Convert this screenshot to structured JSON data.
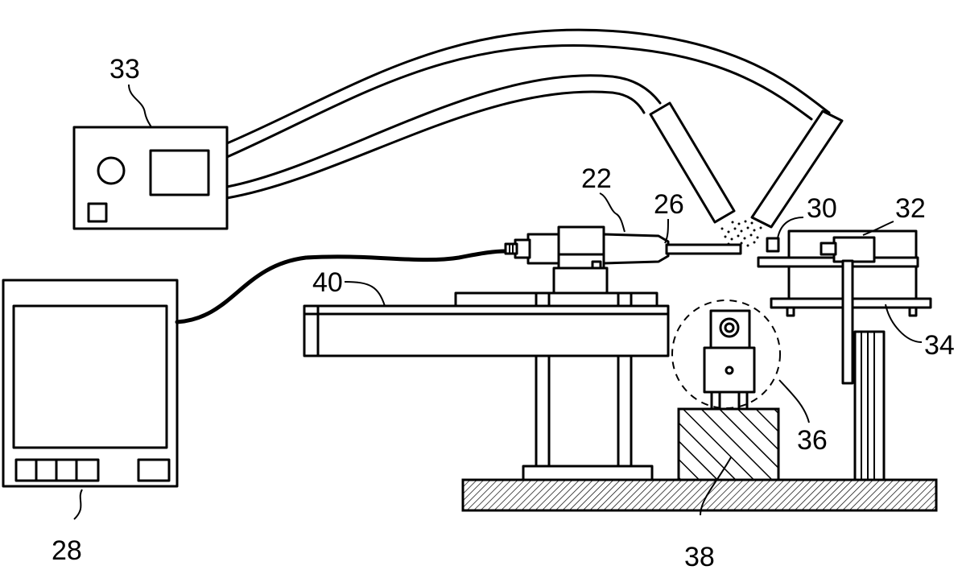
{
  "labels": {
    "l33": "33",
    "l22": "22",
    "l26": "26",
    "l30": "30",
    "l32": "32",
    "l40": "40",
    "l34": "34",
    "l36": "36",
    "l28": "28",
    "l38": "38"
  }
}
